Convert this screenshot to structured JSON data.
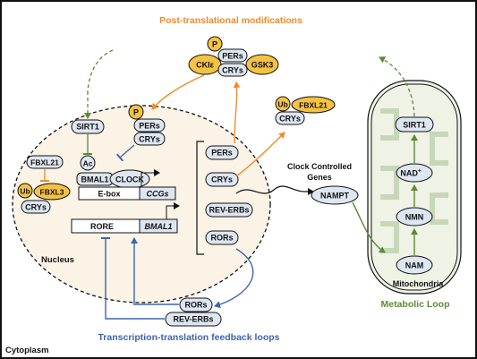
{
  "titles": {
    "ptm": "Post-translational modifications",
    "ttfl": "Transcription-translation feedback loops",
    "metabolic": "Metabolic Loop"
  },
  "regions": {
    "nucleus": "Nucleus",
    "cytoplasm": "Cytoplasm",
    "mitochondria": "Mitochondria"
  },
  "ptm_complex": {
    "p": "P",
    "ckie": "CKIε",
    "pers": "PERs",
    "crys": "CRYs",
    "gsk3": "GSK3"
  },
  "ub_complex_top": {
    "ub": "Ub",
    "fbxl21": "FBXL21",
    "crys": "CRYs"
  },
  "nucleus": {
    "sirt1": "SIRT1",
    "ac": "Ac",
    "fbxl21": "FBXL21",
    "ub": "Ub",
    "fbxl3": "FBXL3",
    "crys": "CRYs",
    "p": "P",
    "pers": "PERs",
    "crys2": "CRYs",
    "bmal1": "BMAL1",
    "clock": "CLOCK",
    "ebox": "E-box",
    "ccgs": "CCGs",
    "rore": "RORE",
    "bmal1_gene": "BMAL1",
    "products": [
      "PERs",
      "CRYs",
      "REV-ERBs",
      "RORs"
    ]
  },
  "ccg_label": [
    "Clock Controlled",
    "Genes"
  ],
  "nampt": "NAMPT",
  "cyto": {
    "rors": "RORs",
    "reverbs": "REV-ERBs"
  },
  "mito": {
    "sirt1": "SIRT1",
    "nad": "NAD",
    "nad_sup": "+",
    "nmn": "NMN",
    "nam": "NAM"
  },
  "colors": {
    "orange": "#f08a2c",
    "green": "#5d8a36",
    "blue": "#3c64b0",
    "node_fill": "#dde6f1",
    "yellow": "#f5c242",
    "nucleus_fill": "#fbf3e6",
    "mito_fill": "#eef3e6"
  }
}
